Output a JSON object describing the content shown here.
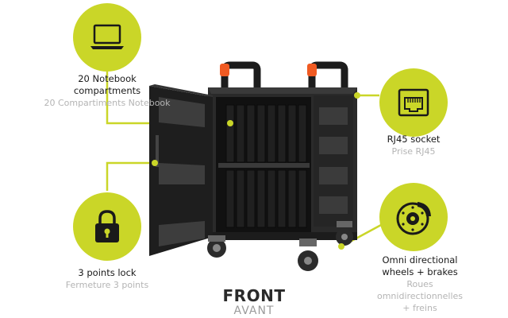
{
  "callouts": {
    "notebook": {
      "title_en": "20 Notebook compartments",
      "title_fr": "20 Compartiments Notebook",
      "icon": "laptop-icon"
    },
    "rj45": {
      "title_en": "RJ45 socket",
      "title_fr": "Prise RJ45",
      "icon": "ethernet-port-icon"
    },
    "lock": {
      "title_en": "3 points lock",
      "title_fr": "Fermeture 3 points",
      "icon": "padlock-icon"
    },
    "wheels": {
      "title_en": "Omni directional wheels + brakes",
      "title_fr": "Roues omnidirectionnelles + freins",
      "icon": "brake-disc-icon"
    }
  },
  "view": {
    "title_en": "FRONT",
    "title_fr": "AVANT"
  },
  "colors": {
    "accent": "#cad628",
    "cabinet": "#1c1c1c",
    "handle_cap": "#f05a22"
  }
}
